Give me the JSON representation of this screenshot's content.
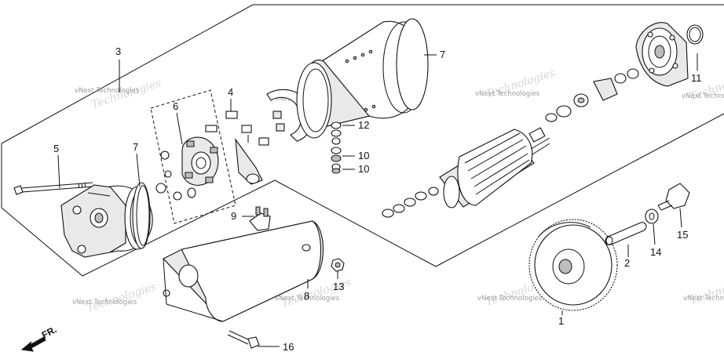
{
  "diagram": {
    "callouts": [
      {
        "key": "c1",
        "label": "1"
      },
      {
        "key": "c2",
        "label": "2"
      },
      {
        "key": "c3",
        "label": "3"
      },
      {
        "key": "c4",
        "label": "4"
      },
      {
        "key": "c5",
        "label": "5"
      },
      {
        "key": "c6",
        "label": "6"
      },
      {
        "key": "c7a",
        "label": "7"
      },
      {
        "key": "c7b",
        "label": "7"
      },
      {
        "key": "c8",
        "label": "8"
      },
      {
        "key": "c9",
        "label": "9"
      },
      {
        "key": "c10a",
        "label": "10"
      },
      {
        "key": "c10b",
        "label": "10"
      },
      {
        "key": "c11",
        "label": "11"
      },
      {
        "key": "c12",
        "label": "12"
      },
      {
        "key": "c13",
        "label": "13"
      },
      {
        "key": "c14",
        "label": "14"
      },
      {
        "key": "c15",
        "label": "15"
      },
      {
        "key": "c16",
        "label": "16"
      }
    ],
    "direction_label": "FR.",
    "watermark": {
      "line1": "vNext Technologies",
      "line2": "Technologies"
    }
  }
}
